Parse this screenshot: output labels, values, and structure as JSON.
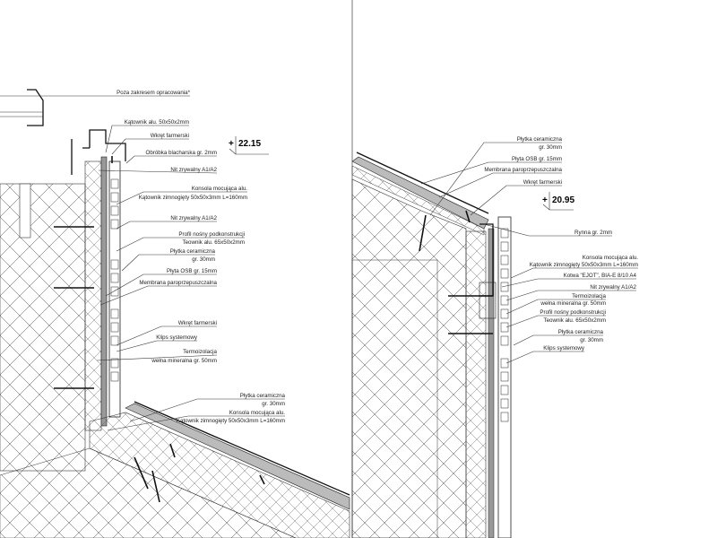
{
  "left_detail": {
    "labels": [
      {
        "text": "Poza zakresem opracowania*"
      },
      {
        "text": "Kątownik alu. 50x50x2mm"
      },
      {
        "text": "Wkręt farmerski"
      },
      {
        "text": "Obróbka blacharska gr. 2mm"
      },
      {
        "text": "Nit zrywalny A1/A2"
      },
      {
        "text": "Konsola mocująca alu.",
        "sub": "Kątownik zimnogięty 50x50x3mm L=160mm"
      },
      {
        "text": "Nit zrywalny A1/A2"
      },
      {
        "text": "Profil nośny podkonstrukcji",
        "sub": "Teownik alu. 65x50x2mm"
      },
      {
        "text": "Płytka ceramiczna",
        "sub": "gr. 30mm"
      },
      {
        "text": "Płyta OSB gr. 15mm"
      },
      {
        "text": "Membrana paroprzepuszczalna"
      },
      {
        "text": "Wkręt farmerski"
      },
      {
        "text": "Klips systemowy"
      },
      {
        "text": "Termoizolacja",
        "sub": "wełna mineralna gr. 50mm"
      },
      {
        "text": "Płytka ceramiczna",
        "sub": "gr. 30mm"
      },
      {
        "text": "Konsola mocująca alu.",
        "sub": "Kątownik zimnogięty 50x50x3mm L=160mm"
      }
    ],
    "elevation": "22.15"
  },
  "right_detail": {
    "labels": [
      {
        "text": "Płytka ceramiczna",
        "sub": "gr. 30mm"
      },
      {
        "text": "Płyta OSB gr. 15mm"
      },
      {
        "text": "Membrana paroprzepuszczalna"
      },
      {
        "text": "Wkręt farmerski"
      },
      {
        "text": "Rynna gr. 2mm"
      },
      {
        "text": "Konsola mocująca alu.",
        "sub": "Kątownik zimnogięty 50x50x3mm L=160mm"
      },
      {
        "text": "Kotwa \"EJOT\", BIA-E 8/10 A4"
      },
      {
        "text": "Nit zrywalny A1/A2"
      },
      {
        "text": "Termoizolacja",
        "sub": "wełna mineralna gr. 50mm"
      },
      {
        "text": "Profil nośny podkonstrukcji",
        "sub": "Teownik alu. 65x50x2mm"
      },
      {
        "text": "Płytka ceramiczna",
        "sub": "gr. 30mm"
      },
      {
        "text": "Klips systemowy"
      }
    ],
    "elevation": "20.95"
  }
}
